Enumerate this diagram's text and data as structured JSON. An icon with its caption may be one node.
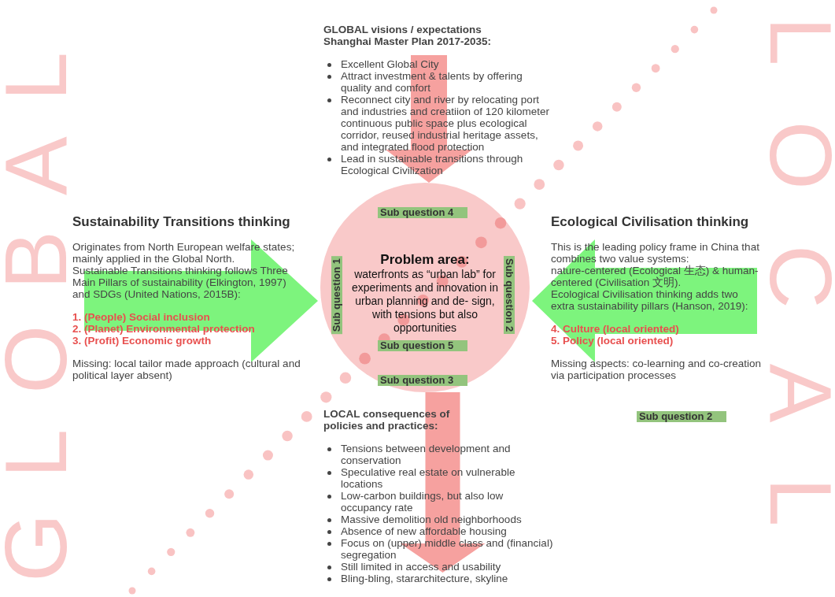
{
  "diagram": {
    "nodes": [
      {
        "text": [
          "GLOBAL visions / expectations Shanghai Master Plan 2017-2035:",
          "Excellent Global City",
          "Attract investment & talents by offering quality and comfort",
          "Reconnect city and river by relocating port and industries and creatiion of 120 kilometer continuous public space plus ecological corridor, reused industrial heritage assets, and integrated flood protection",
          "Lead in sustainable transitions through Ecological Civilization"
        ]
      },
      {
        "text": [
          "Sustainability Transitions thinking",
          "Originates from North European welfare states; mainly applied in the Global North.",
          "Sustainable Transitions thinking follows Three Main Pillars of sustainability (Elkington, 1997) and SDGs (United Nations, 2015B):",
          "1. (People) Social inclusion",
          "2. (Planet) Environmental protection",
          "3. (Profit) Economic growth",
          "Missing: local tailor made approach (cultural and political layer absent)"
        ]
      },
      {
        "text": [
          "Problem area:",
          "waterfronts as “urban lab” for experiments and innovation in urban planning and de- sign, with tensions but also opportunities"
        ]
      },
      {
        "text": [
          "Sub question 4"
        ],
        "in": 2
      },
      {
        "text": [
          "Sub question 1"
        ],
        "in": 2
      },
      {
        "text": [
          "Sub question 2"
        ],
        "in": 2
      },
      {
        "text": [
          "Sub question 5"
        ],
        "in": 2
      },
      {
        "text": [
          "Sub question 3"
        ],
        "in": 2
      },
      {
        "text": [
          "Ecological Civilisation thinking",
          "This is the leading policy frame in China that combines two value systems:",
          "nature-centered (Ecological 生态) & human-centered (Civilisation 文明).",
          "Ecological Civilisation thinking adds two extra sustainability pillars (Hanson, 2019):",
          "4. Culture (local oriented)",
          "5. Policy (local oriented)",
          "Missing aspects: co-learning and co-creation via participation processes"
        ]
      },
      {
        "text": [
          "Sub question 2"
        ]
      },
      {
        "text": [
          "LOCAL consequences of policies and practices:",
          "Tensions between development and conservation",
          "Speculative real estate on vulnerable locations",
          "Low-carbon buildings, but also low occupancy rate",
          "Massive demolition old neighborhoods",
          "Absence of new affordable housing",
          "Focus on (upper) middle class and (financial) segregation",
          "Still limited in access and usability",
          "Bling-bling, stararchitecture, skyline"
        ]
      }
    ],
    "edges": [
      {
        "from": 0,
        "to": 2,
        "arrow": "to",
        "color": "#f4908e"
      },
      {
        "from": 1,
        "to": 2,
        "arrow": "to",
        "color": "#66f266"
      },
      {
        "from": 8,
        "to": 2,
        "arrow": "to",
        "color": "#66f266"
      },
      {
        "from": 2,
        "to": 10,
        "arrow": "to",
        "color": "#f4908e"
      }
    ],
    "labels": [
      "GLOBAL",
      "LOCAL"
    ]
  }
}
